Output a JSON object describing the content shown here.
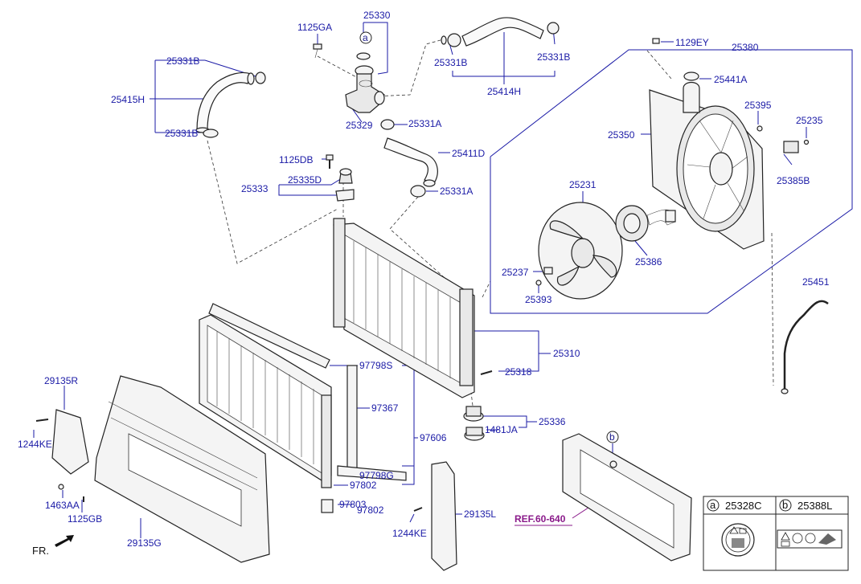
{
  "labels": {
    "p25330": "25330",
    "p1125GA": "1125GA",
    "pA_circle": "a",
    "p25331B_topleft": "25331B",
    "p25415H": "25415H",
    "p25331B_midleft": "25331B",
    "p25329": "25329",
    "p25331A_top": "25331A",
    "p25331B_hose_left": "25331B",
    "p25331B_hose_right": "25331B",
    "p25414H": "25414H",
    "p1129EY": "1129EY",
    "p25380": "25380",
    "p25441A": "25441A",
    "p25395": "25395",
    "p25235": "25235",
    "p25350": "25350",
    "p25385B": "25385B",
    "p25411D": "25411D",
    "p1125DB": "1125DB",
    "p25335D": "25335D",
    "p25333": "25333",
    "p25331A_mid": "25331A",
    "p25231": "25231",
    "p25386": "25386",
    "p25237": "25237",
    "p25393": "25393",
    "p25451": "25451",
    "p25310": "25310",
    "p25318": "25318",
    "p97798S": "97798S",
    "p97367": "97367",
    "p97606": "97606",
    "p97798G": "97798G",
    "p97802_a": "97802",
    "p97803": "97803",
    "p97802_b": "97802",
    "p25336": "25336",
    "p1481JA": "1481JA",
    "p29135R": "29135R",
    "p1244KE_left": "1244KE",
    "p1463AA": "1463AA",
    "p1125GB": "1125GB",
    "p29135G": "29135G",
    "p29135L": "29135L",
    "p1244KE_right": "1244KE",
    "pB_circle": "b",
    "ref": "REF.60-640",
    "fr": "FR."
  },
  "legend": {
    "a_letter": "a",
    "a_part": "25328C",
    "b_letter": "b",
    "b_part": "25388L"
  }
}
